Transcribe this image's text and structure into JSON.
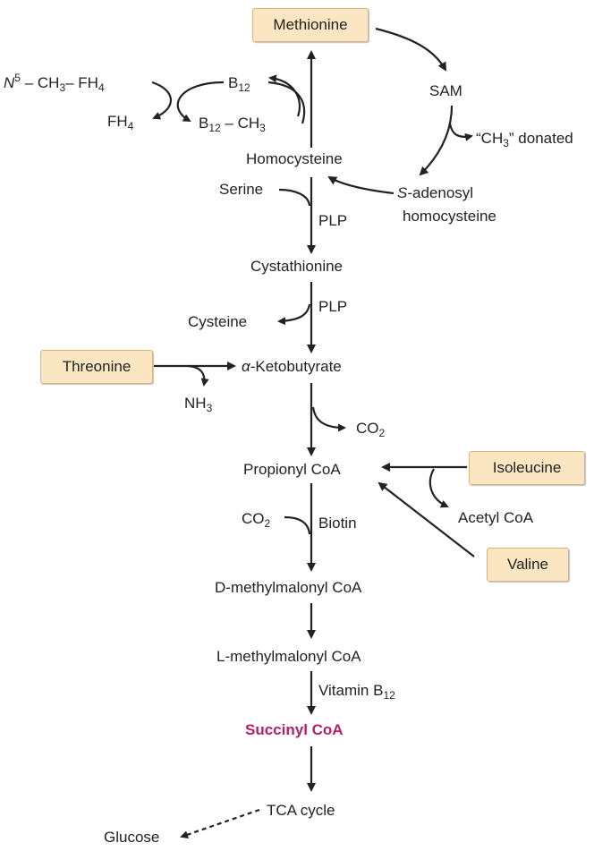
{
  "colors": {
    "box_fill": "#fbe6c2",
    "box_border": "#d9b483",
    "highlight": "#b0206a",
    "arrow": "#222222"
  },
  "boxes": {
    "methionine": "Methionine",
    "threonine": "Threonine",
    "isoleucine": "Isoleucine",
    "valine": "Valine"
  },
  "labels": {
    "n5_prefix": "N",
    "n5_sup": "5",
    "n5_mid": " – CH",
    "n5_sub3": "3",
    "n5_dash": "– FH",
    "n5_sub4": "4",
    "b12_top": "B",
    "b12_top_sub": "12",
    "fh4": "FH",
    "fh4_sub": "4",
    "b12ch3_b": "B",
    "b12ch3_sub": "12",
    "b12ch3_rest": " – CH",
    "b12ch3_sub3": "3",
    "sam": "SAM",
    "ch3_donated_a": "“CH",
    "ch3_donated_sub": "3",
    "ch3_donated_b": "” donated",
    "homocysteine": "Homocysteine",
    "serine": "Serine",
    "s_adenosyl_s": "S",
    "s_adenosyl_rest": "-adenosyl",
    "homocysteine2": "homocysteine",
    "plp1": "PLP",
    "cystathionine": "Cystathionine",
    "plp2": "PLP",
    "cysteine": "Cysteine",
    "alpha": "α",
    "ketobutyrate": "-Ketobutyrate",
    "nh3_a": "NH",
    "nh3_sub": "3",
    "co2_a": "CO",
    "co2_sub": "2",
    "propionyl_coa": "Propionyl CoA",
    "acetyl_coa": "Acetyl CoA",
    "co2b_a": "CO",
    "co2b_sub": "2",
    "biotin": "Biotin",
    "d_methylmalonyl": "D-methylmalonyl CoA",
    "l_methylmalonyl": "L-methylmalonyl CoA",
    "vitamin_b12": "Vitamin B",
    "vitamin_b12_sub": "12",
    "succinyl_coa": "Succinyl CoA",
    "tca_cycle": "TCA cycle",
    "glucose": "Glucose"
  }
}
